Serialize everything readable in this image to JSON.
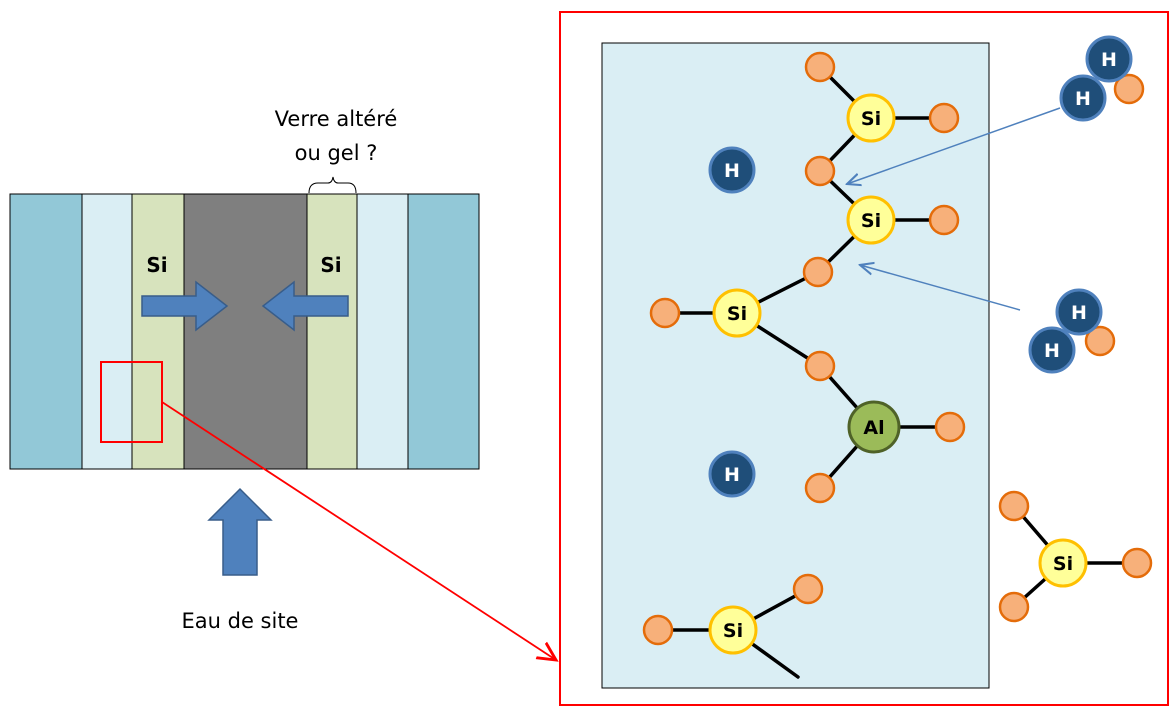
{
  "left_panel": {
    "label_verre_line1": "Verre altéré",
    "label_verre_line2": "ou gel ?",
    "si_left": "Si",
    "si_right": "Si",
    "eau_label": "Eau de site"
  },
  "atoms": {
    "si": "Si",
    "al": "Al",
    "h": "H"
  },
  "colors": {
    "outer_band": "#92c8d7",
    "light_band": "#daeef4",
    "gel_band": "#d7e3bd",
    "core": "#7f7f7f",
    "arrow_blue": "#4f81bd",
    "zoom_red": "#ff0000",
    "zoom_bg": "#daeef4",
    "oxygen_fill": "#f7b07a",
    "oxygen_stroke": "#e46c0a",
    "si_fill": "#ffff99",
    "si_stroke": "#ffc000",
    "al_fill": "#9bbb59",
    "al_stroke": "#4f6228",
    "h_fill": "#1f4e79",
    "h_stroke": "#4f81bd"
  }
}
